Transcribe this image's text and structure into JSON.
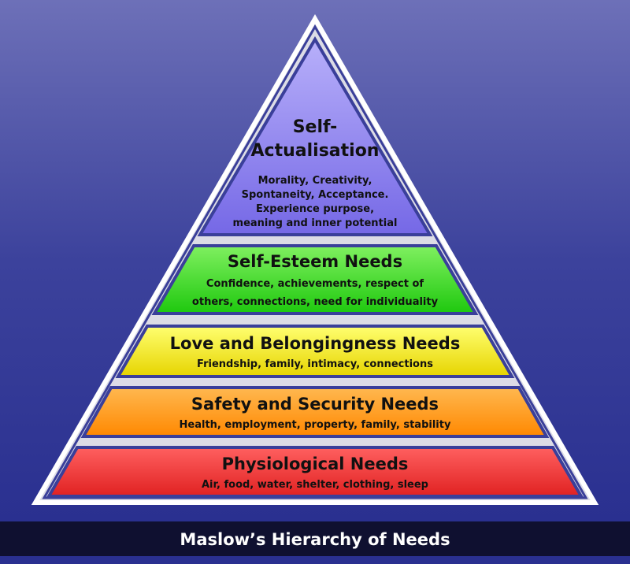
{
  "diagram": {
    "title": "Maslow’s Hierarchy of Needs",
    "levels": [
      {
        "name_line1": "Self-",
        "name_line2": "Actualisation",
        "details": [
          "Morality, Creativity,",
          "Spontaneity, Acceptance.",
          "Experience purpose,",
          "meaning and inner potential"
        ],
        "color": "#8c80f0"
      },
      {
        "name": "Self-Esteem Needs",
        "details": [
          "Confidence, achievements, respect of",
          "others, connections, need for individuality"
        ],
        "color": "#44dd22"
      },
      {
        "name": "Love and Belongingness Needs",
        "details": [
          "Friendship, family, intimacy, connections"
        ],
        "color": "#f5ee20"
      },
      {
        "name": "Safety and Security Needs",
        "details": [
          "Health, employment, property, family, stability"
        ],
        "color": "#ff9a1a"
      },
      {
        "name": "Physiological Needs",
        "details": [
          "Air, food, water, shelter, clothing, sleep"
        ],
        "color": "#ee3030"
      }
    ]
  }
}
